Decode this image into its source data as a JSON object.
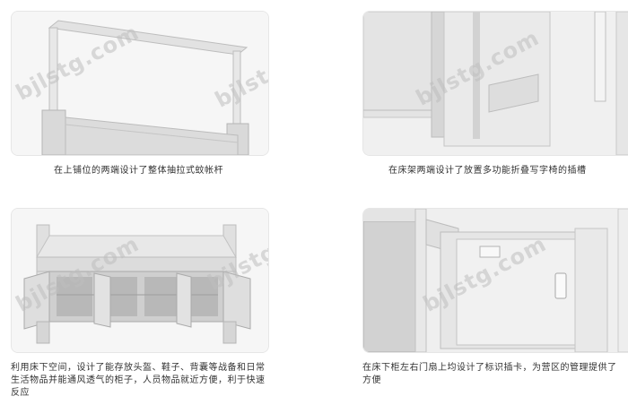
{
  "watermark": "bjlstg.com",
  "panels": [
    {
      "caption": "在上铺位的两端设计了整体抽拉式蚊帐杆"
    },
    {
      "caption": "在床架两端设计了放置多功能折叠写字椅的插槽"
    },
    {
      "caption": "利用床下空间，设计了能存放头盔、鞋子、背囊等战备和日常生活物品并能通风透气的柜子，人员物品就近方便，利于快速反应"
    },
    {
      "caption": "在床下柜左右门扇上均设计了标识插卡，为营区的管理提供了方便"
    }
  ]
}
